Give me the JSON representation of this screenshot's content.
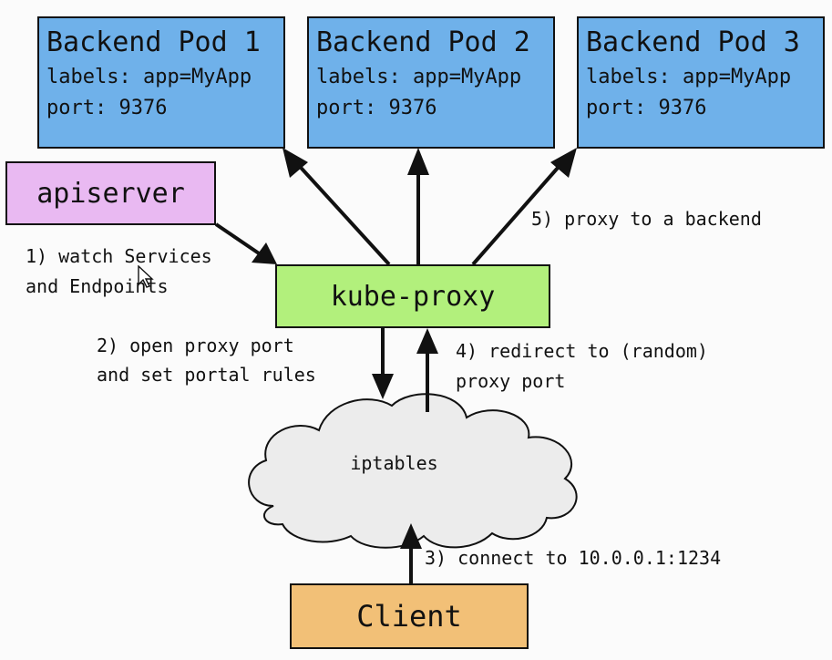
{
  "pods": [
    {
      "title": "Backend Pod 1",
      "labels": "labels: app=MyApp",
      "port": "port: 9376"
    },
    {
      "title": "Backend Pod 2",
      "labels": "labels: app=MyApp",
      "port": "port: 9376"
    },
    {
      "title": "Backend Pod 3",
      "labels": "labels: app=MyApp",
      "port": "port: 9376"
    }
  ],
  "nodes": {
    "apiserver": "apiserver",
    "kube_proxy": "kube-proxy",
    "iptables": "iptables",
    "client": "Client"
  },
  "steps": {
    "s1_line1": "1) watch Services",
    "s1_line2": "and Endpoints",
    "s2_line1": "2) open proxy port",
    "s2_line2": "and set portal rules",
    "s3": "3) connect to 10.0.0.1:1234",
    "s4_line1": "4) redirect to (random)",
    "s4_line2": "proxy port",
    "s5": "5) proxy to a backend"
  },
  "colors": {
    "pod": "#6fb1ea",
    "apiserver": "#e9b9f2",
    "kube_proxy": "#b2f07c",
    "client": "#f2c077",
    "cloud": "#ececec",
    "stroke": "#111111"
  }
}
